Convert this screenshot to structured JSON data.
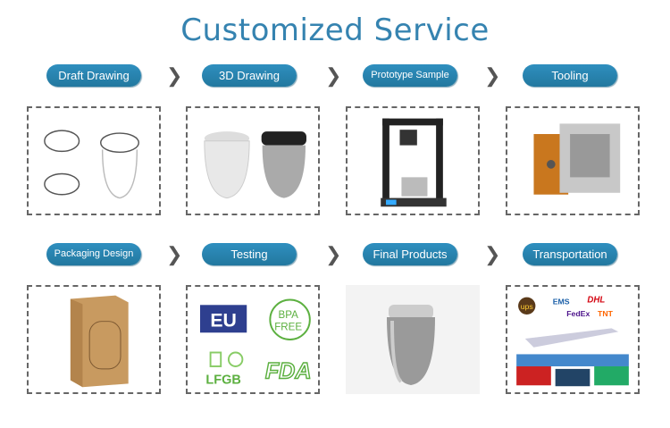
{
  "title": "Customized Service",
  "steps": [
    {
      "label": "Draft Drawing",
      "image": "sketch-cup-lids"
    },
    {
      "label": "3D Drawing",
      "image": "rendered-cups"
    },
    {
      "label": "Prototype Sample",
      "image": "3d-printer"
    },
    {
      "label": "Tooling",
      "image": "injection-mold"
    },
    {
      "label": "Packaging Design",
      "image": "kraft-box"
    },
    {
      "label": "Testing",
      "image": "certification-logos"
    },
    {
      "label": "Final Products",
      "image": "steel-cup"
    },
    {
      "label": "Transportation",
      "image": "logistics-collage"
    }
  ],
  "testing": {
    "eu": "EU",
    "bpa1": "BPA",
    "bpa2": "FREE",
    "lfgb": "LFGB",
    "fda": "FDA"
  },
  "transport": {
    "ups": "ups",
    "ems": "EMS",
    "dhl": "DHL",
    "fedex": "FedEx",
    "tnt": "TNT"
  },
  "colors": {
    "accent": "#2a86b4",
    "title": "#3583b0",
    "eu": "#2e3f8f",
    "green": "#5cb040"
  }
}
